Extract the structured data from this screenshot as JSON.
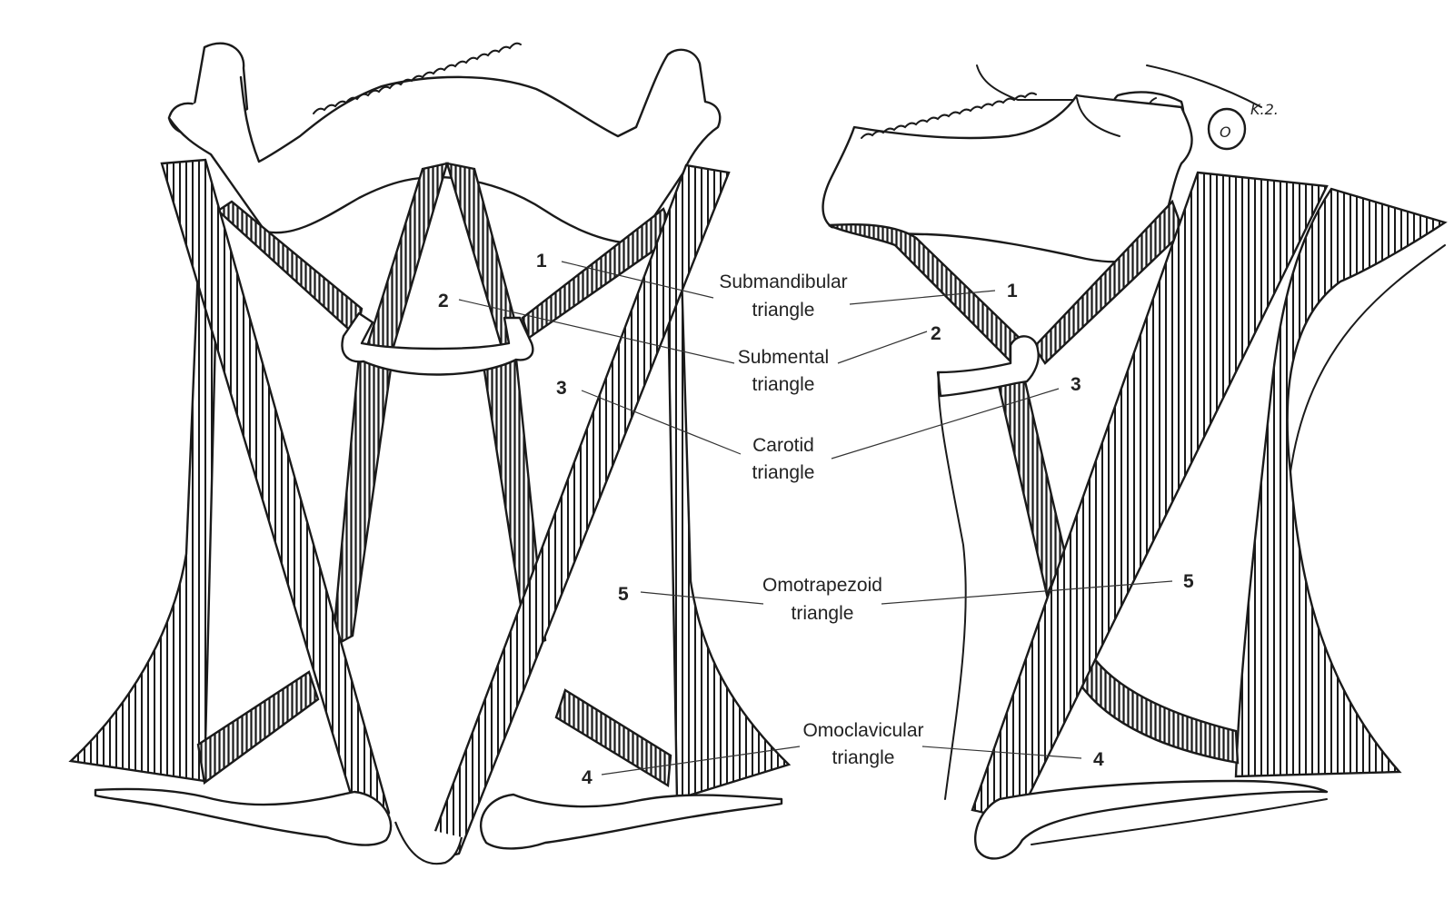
{
  "labels": {
    "submandibular_line1": "Submandibular",
    "submandibular_line2": "triangle",
    "submental_line1": "Submental",
    "submental_line2": "triangle",
    "carotid_line1": "Carotid",
    "carotid_line2": "triangle",
    "omotrapezoid_line1": "Omotrapezoid",
    "omotrapezoid_line2": "triangle",
    "omoclavicular_line1": "Omoclavicular",
    "omoclavicular_line2": "triangle"
  },
  "numbers": {
    "n1": "1",
    "n2": "2",
    "n3": "3",
    "n4": "4",
    "n5": "5"
  },
  "signature": "K.2.",
  "condyle_mark": "O",
  "colors": {
    "ink": "#1a1a1a",
    "background": "#ffffff"
  }
}
